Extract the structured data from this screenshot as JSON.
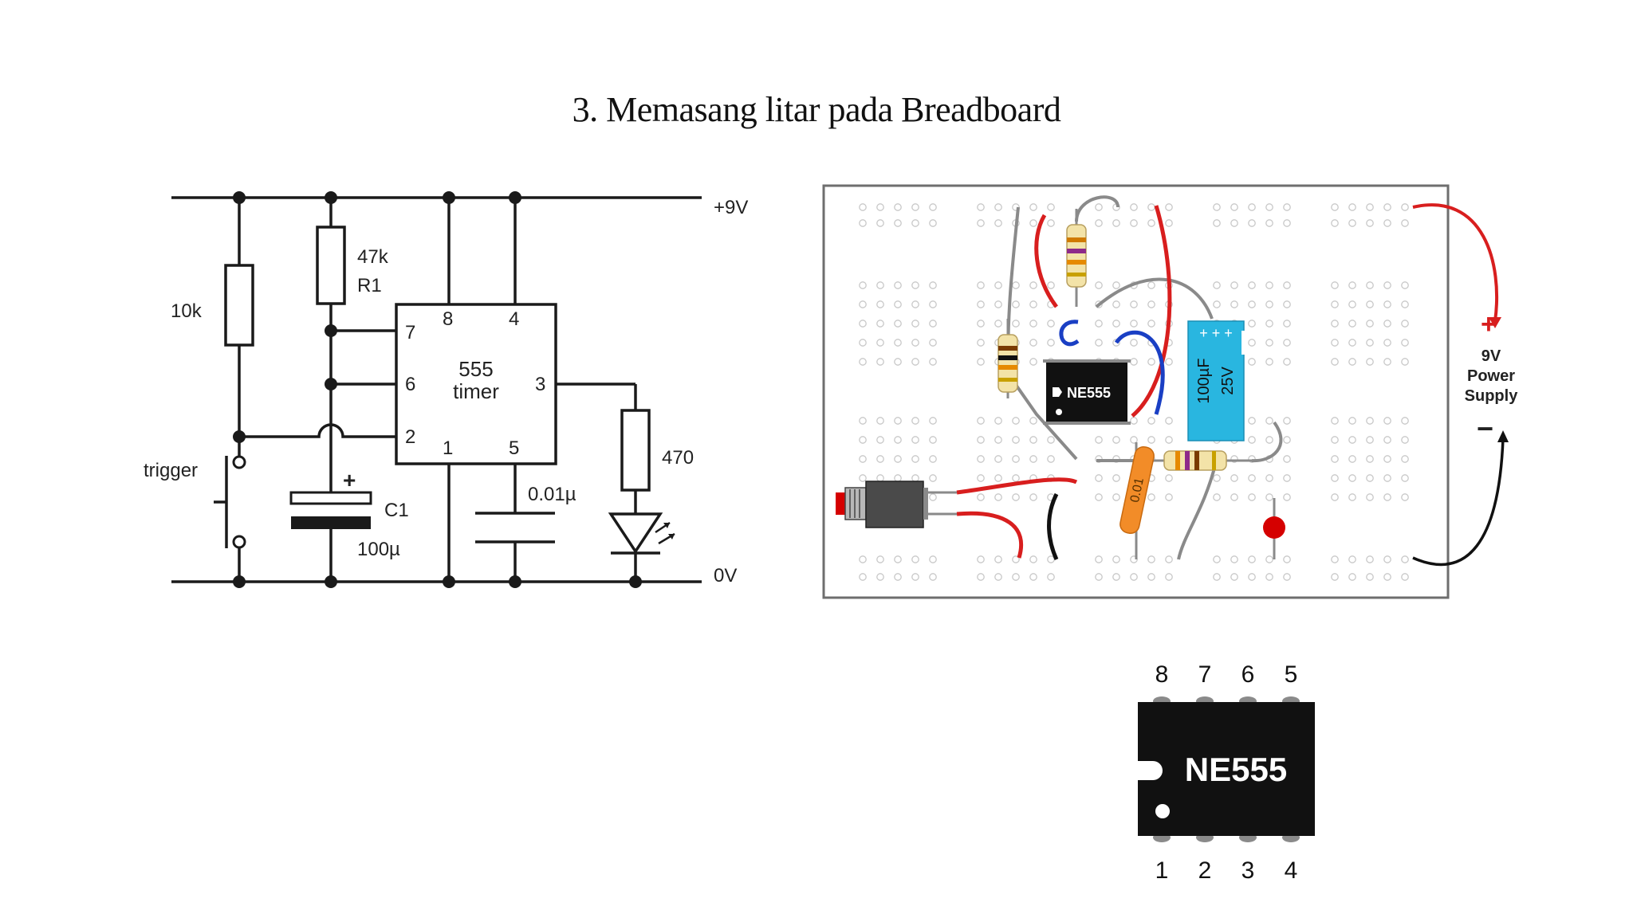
{
  "title": "3. Memasang litar pada Breadboard",
  "schematic": {
    "rail_top": "+9V",
    "rail_bottom": "0V",
    "r_10k": "10k",
    "r1_value": "47k",
    "r1_name": "R1",
    "timer_line1": "555",
    "timer_line2": "timer",
    "pin7": "7",
    "pin6": "6",
    "pin2": "2",
    "pin8": "8",
    "pin4": "4",
    "pin3": "3",
    "pin1": "1",
    "pin5": "5",
    "trigger": "trigger",
    "c1_plus": "+",
    "c1_name": "C1",
    "c1_value": "100µ",
    "c2_value": "0.01µ",
    "r_led": "470"
  },
  "breadboard": {
    "ic_label": "NE555",
    "cap_label1": "100µF",
    "cap_label2": "25V",
    "cap_plus": "+ + +",
    "small_cap": "0.01",
    "power_plus": "+",
    "power_line1": "9V",
    "power_line2": "Power",
    "power_line3": "Supply",
    "power_minus": "−",
    "colors": {
      "board": "#ffffff",
      "wire_red": "#d81e1e",
      "wire_blue": "#1a3fc4",
      "wire_gray": "#8a8a8a",
      "capacitor": "#29b6e0",
      "small_cap": "#f28c28",
      "led": "#d50000"
    }
  },
  "pinout": {
    "label": "NE555",
    "top_pins": [
      "8",
      "7",
      "6",
      "5"
    ],
    "bottom_pins": [
      "1",
      "2",
      "3",
      "4"
    ]
  }
}
